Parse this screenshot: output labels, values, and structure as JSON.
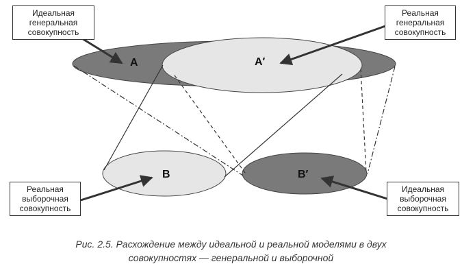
{
  "labels": {
    "top_left": [
      "Идеальная",
      "генеральная",
      "совокупность"
    ],
    "top_right": [
      "Реальная",
      "генеральная",
      "совокупность"
    ],
    "bottom_left": [
      "Реальная",
      "выборочная",
      "совокупность"
    ],
    "bottom_right": [
      "Идеальная",
      "выборочная",
      "совокупность"
    ]
  },
  "nodes": {
    "a": "A",
    "a_prime": "A′",
    "b": "B",
    "b_prime": "B′"
  },
  "caption": {
    "line1": "Рис. 2.5. Расхождение между идеальной и реальной моделями в двух",
    "line2": "совокупностях — генеральной  и выборочной"
  },
  "colors": {
    "ideal_fill": "#7a7a7a",
    "real_fill": "#e6e6e6",
    "stroke": "#333333"
  }
}
